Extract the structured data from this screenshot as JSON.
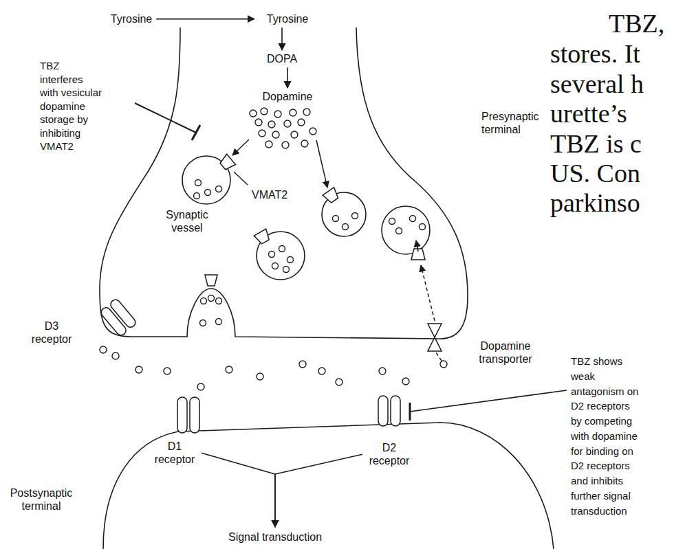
{
  "diagram": {
    "nodes": [
      {
        "text": [
          "Tyrosine"
        ]
      },
      {
        "text": [
          "Tyrosine"
        ]
      },
      {
        "text": [
          "DOPA"
        ]
      },
      {
        "text": [
          "Dopamine"
        ]
      },
      {
        "text": [
          "D1 receptor"
        ]
      },
      {
        "text": [
          "D2 receptor"
        ]
      },
      {
        "text": [
          "Signal transduction"
        ]
      }
    ],
    "edges": [
      {
        "from": 0,
        "to": 1,
        "arrow": "to"
      },
      {
        "from": 1,
        "to": 2,
        "arrow": "to"
      },
      {
        "from": 2,
        "to": 3,
        "arrow": "to"
      },
      {
        "from": 4,
        "to": 6,
        "arrow": "to"
      },
      {
        "from": 5,
        "to": 6,
        "arrow": "to"
      }
    ],
    "labels": [
      "TBZ interferes with vesicular dopamine storage by inhibiting VMAT2",
      "VMAT2",
      "Synaptic vessel",
      "Presynaptic terminal",
      "D3 receptor",
      "Dopamine transporter",
      "TBZ shows weak antagonism on D2 receptors by competing with dopamine for binding on D2 receptors and inhibits further signal transduction",
      "Postsynaptic terminal",
      "TBZ,",
      "stores. It",
      "several h",
      "urette’s",
      "TBZ is c",
      "US. Con",
      "parkinso"
    ]
  }
}
